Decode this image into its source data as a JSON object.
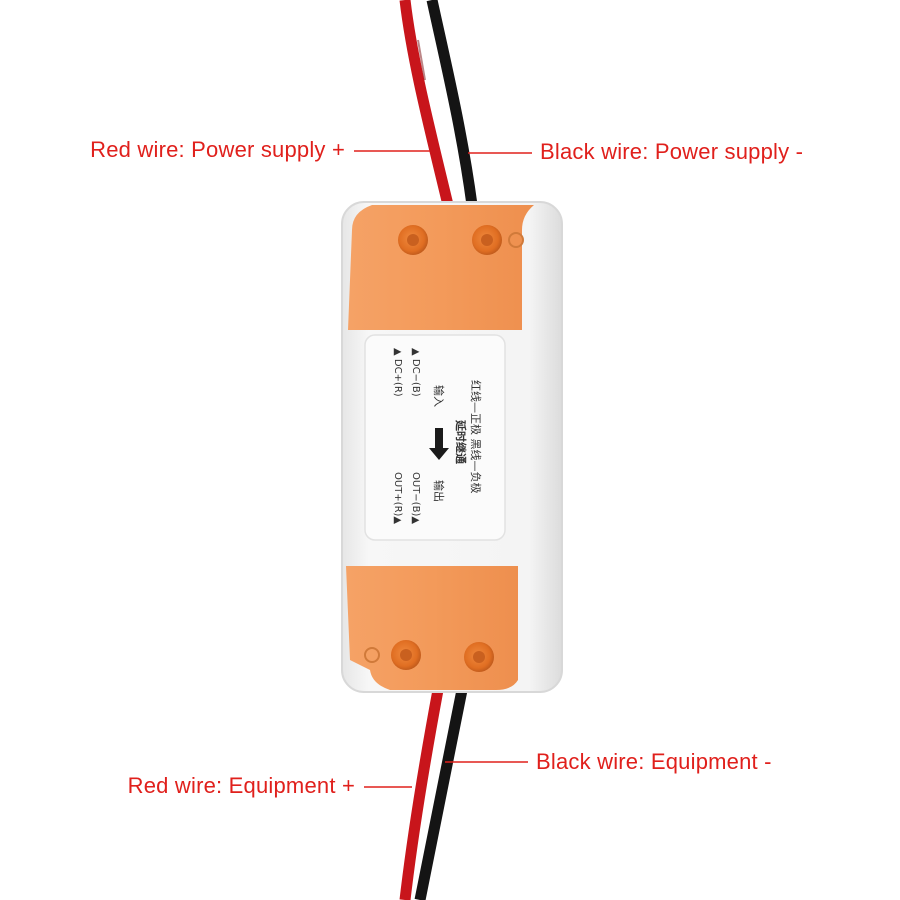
{
  "callouts": {
    "red_power": "Red wire: Power supply +",
    "black_power": "Black wire: Power supply -",
    "red_equipment": "Red wire: Equipment +",
    "black_equipment": "Black wire: Equipment -"
  },
  "module_label": {
    "line1": "红线—正极  黑线—负极",
    "line2": "延时继通",
    "input": "输入",
    "output": "输出",
    "dc_minus": "▲ DC−(B)",
    "dc_plus": "▲ DC+(R)",
    "out_minus": "OUT−(B)▲",
    "out_plus": "OUT+(R)▲"
  },
  "colors": {
    "label_red": "#e0201c",
    "wire_red": "#c8151b",
    "wire_black": "#111111",
    "cap_orange": "#f39a5a",
    "casing_white": "#f4f4f4"
  }
}
